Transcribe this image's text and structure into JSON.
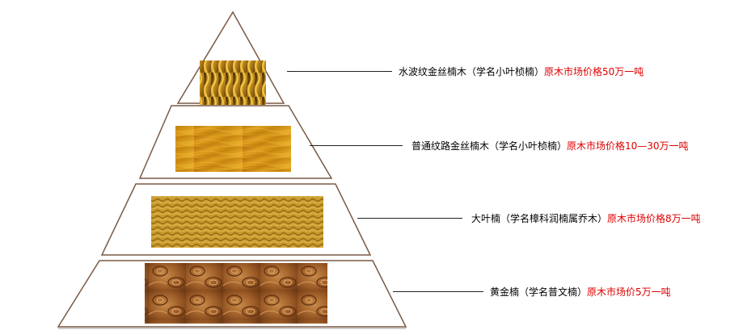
{
  "colors": {
    "outline": "#7a5a44",
    "price_text": "#e00000",
    "name_text": "#000000"
  },
  "tiers": [
    {
      "name": "水波纹金丝楠木（学名小叶桢楠）",
      "price": "原木市场价格50万一吨",
      "wood": "wave-figured-golden-phoebe"
    },
    {
      "name": "普通纹路金丝楠木（学名小叶桢楠）",
      "price": "原木市场价格10—30万一吨",
      "wood": "plain-figured-golden-phoebe"
    },
    {
      "name": "大叶楠（学名樟科润楠属乔木）",
      "price": "原木市场价格8万一吨",
      "wood": "large-leaf-machilus"
    },
    {
      "name": "黄金楠（学名普文楠）",
      "price": "原木市场价5万一吨",
      "wood": "burl-gold-phoebe"
    }
  ]
}
